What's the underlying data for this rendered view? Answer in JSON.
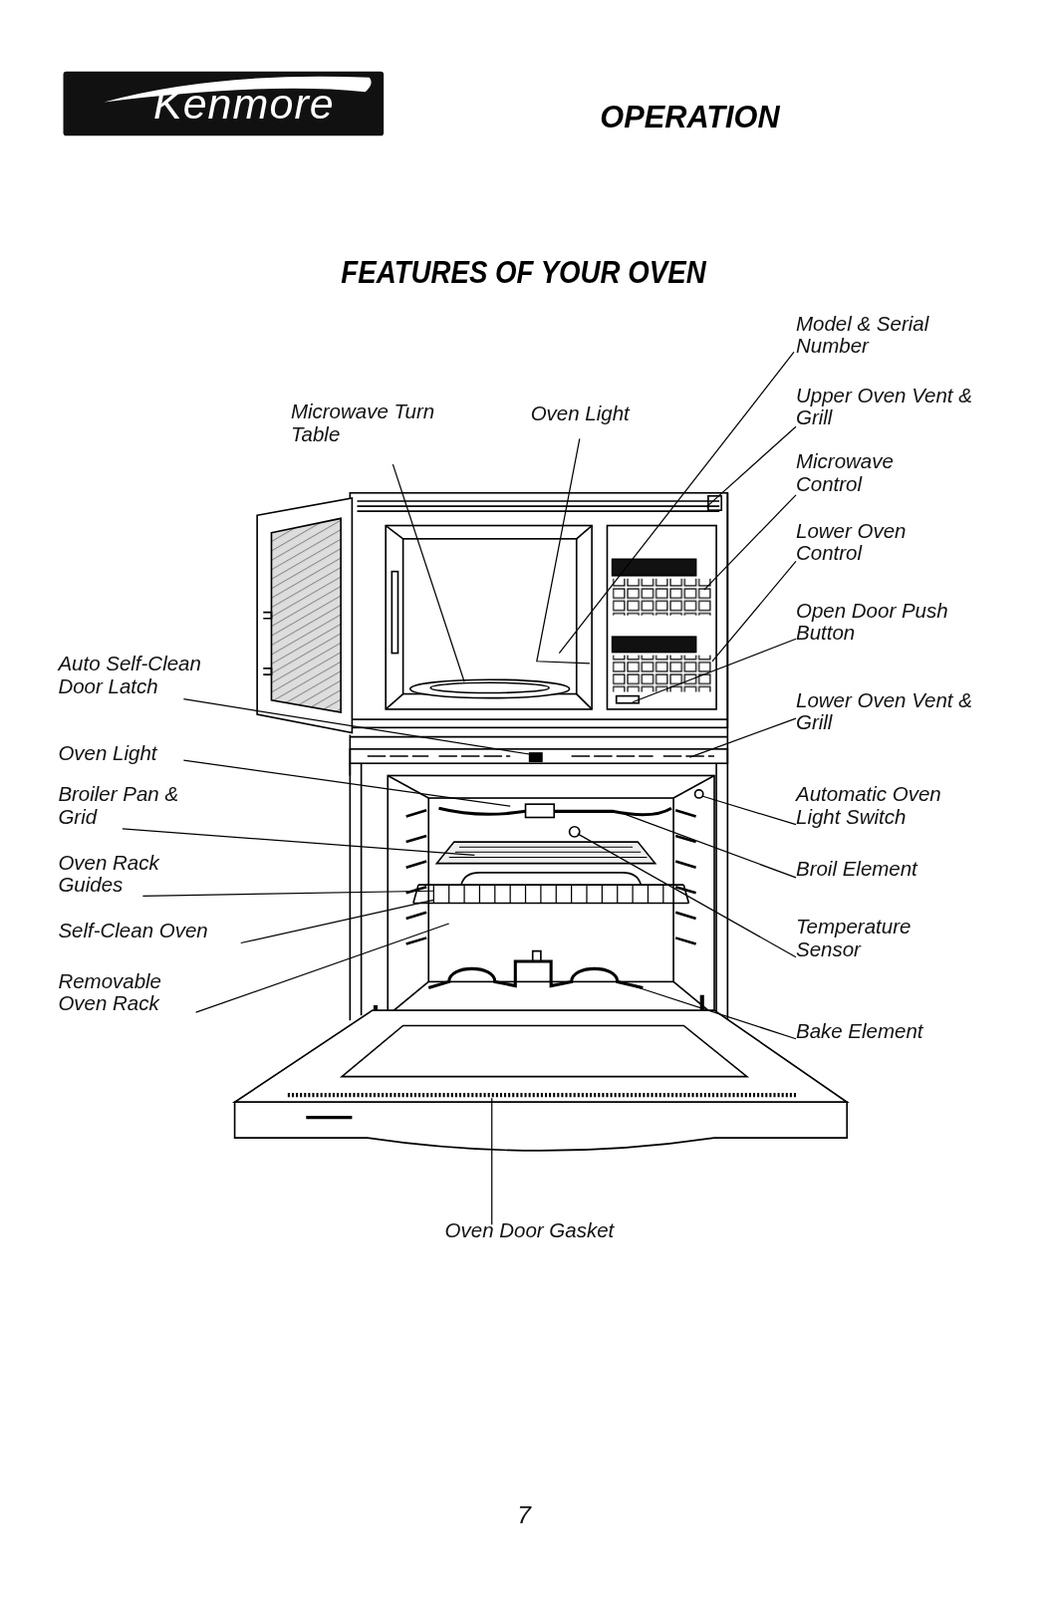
{
  "diagram": {
    "title": "FEATURES OF YOUR OVEN",
    "nodes": [
      {
        "text": [
          "Kenmore"
        ]
      }
    ],
    "labels": [
      "OPERATION",
      "Model & Serial Number",
      "Microwave Turn Table",
      "Oven Light",
      "Upper Oven Vent & Grill",
      "Microwave Control",
      "Lower Oven Control",
      "Open Door Push Button",
      "Auto Self-Clean Door Latch",
      "Lower Oven Vent & Grill",
      "Oven Light",
      "Automatic Oven Light Switch",
      "Broiler Pan & Grid",
      "Oven Rack Guides",
      "Broil Element",
      "Self-Clean Oven",
      "Temperature Sensor",
      "Removable Oven Rack",
      "Bake Element",
      "Oven Door Gasket",
      "7"
    ]
  }
}
